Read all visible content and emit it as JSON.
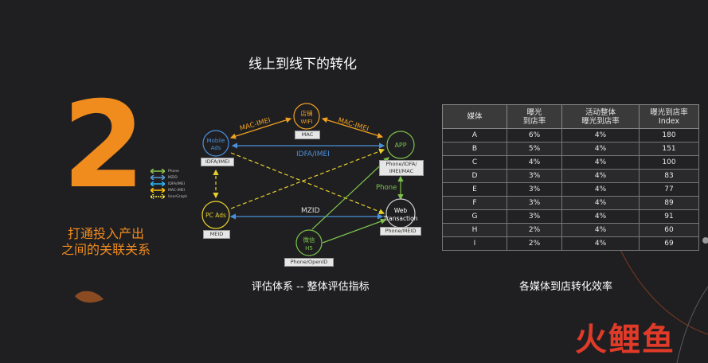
{
  "slide": {
    "number": "2",
    "subtitle_line1": "打通投入产出",
    "subtitle_line2": "之间的关联关系",
    "title": "线上到线下的转化"
  },
  "legend": [
    {
      "label": "Phone",
      "color": "#8bc34a"
    },
    {
      "label": "MZID",
      "color": "#5b9bd5"
    },
    {
      "label": "IDFA/IMEI",
      "color": "#29b6f6"
    },
    {
      "label": "MAC-IMEI",
      "color": "#ffc107"
    },
    {
      "label": "UserGraph",
      "color": "#ffeb3b"
    }
  ],
  "diagram": {
    "nodes": {
      "store_wifi": {
        "line1": "店铺",
        "line2": "WIFI",
        "box": "MAC"
      },
      "mobile_ads": {
        "line1": "Mobile",
        "line2": "Ads",
        "box": "IDFA/IMEI"
      },
      "app": {
        "line1": "APP",
        "box_line1": "Phone/IDFA/",
        "box_line2": "IMEI/MAC"
      },
      "pc_ads": {
        "line1": "PC Ads",
        "box": "MEID"
      },
      "web": {
        "line1": "Web",
        "line2": "Transaction",
        "box": "Phone/MEID"
      },
      "weixin": {
        "line1": "微信",
        "line2": "H5",
        "box": "Phone/OpenID"
      }
    },
    "edge_labels": {
      "mac_imei_left": "MAC-IMEI",
      "mac_imei_right": "MAC-IMEI",
      "idfa_imei": "IDFA/IMEI",
      "mzid": "MZID",
      "phone": "Phone"
    },
    "colors": {
      "orange": "#f0a020",
      "yellow": "#e6d02a",
      "blue": "#4a90d9",
      "green": "#7cc24a"
    }
  },
  "captions": {
    "left": "评估体系 -- 整体评估指标",
    "right": "各媒体到店转化效率"
  },
  "table": {
    "headers": [
      {
        "line1": "媒体",
        "line2": ""
      },
      {
        "line1": "曝光",
        "line2": "到店率"
      },
      {
        "line1": "活动整体",
        "line2": "曝光到店率"
      },
      {
        "line1": "曝光到店率",
        "line2": "Index"
      }
    ],
    "rows": [
      [
        "A",
        "6%",
        "4%",
        "180"
      ],
      [
        "B",
        "5%",
        "4%",
        "151"
      ],
      [
        "C",
        "4%",
        "4%",
        "100"
      ],
      [
        "D",
        "3%",
        "4%",
        "83"
      ],
      [
        "E",
        "3%",
        "4%",
        "77"
      ],
      [
        "F",
        "3%",
        "4%",
        "89"
      ],
      [
        "G",
        "3%",
        "4%",
        "91"
      ],
      [
        "H",
        "2%",
        "4%",
        "60"
      ],
      [
        "I",
        "2%",
        "4%",
        "69"
      ]
    ]
  },
  "logo": {
    "text": "火鲤鱼",
    "color": "#e03a28"
  }
}
